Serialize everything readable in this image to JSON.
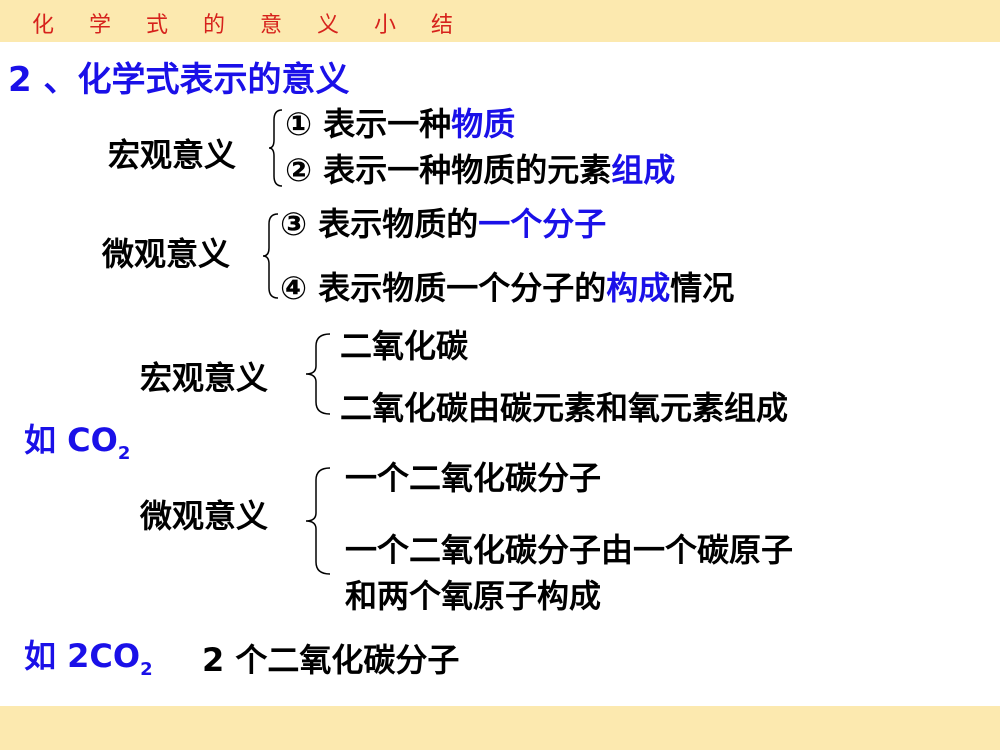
{
  "header": {
    "slide_title": "化 学 式 的 意 义 小 结"
  },
  "heading": "2 、化学式表示的意义",
  "general": {
    "macro": {
      "label": "宏观意义",
      "items": [
        {
          "prefix": "① 表示一种",
          "highlight": "物质",
          "suffix": ""
        },
        {
          "prefix": "② 表示一种物质的元素",
          "highlight": "组成",
          "suffix": ""
        }
      ]
    },
    "micro": {
      "label": "微观意义",
      "items": [
        {
          "prefix": "③ 表示物质的",
          "highlight": "一个分子",
          "suffix": ""
        },
        {
          "prefix": "④ 表示物质一个分子的",
          "highlight": "构成",
          "suffix": "情况"
        }
      ]
    }
  },
  "example_co2": {
    "label_prefix": "如 CO",
    "label_sub": "2",
    "macro": {
      "label": "宏观意义",
      "items": [
        "二氧化碳",
        "二氧化碳由碳元素和氧元素组成"
      ]
    },
    "micro": {
      "label": "微观意义",
      "items": [
        "一个二氧化碳分子",
        "一个二氧化碳分子由一个碳原子",
        "和两个氧原子构成"
      ]
    }
  },
  "example_2co2": {
    "label_prefix": "如 2CO",
    "label_sub": "2",
    "meaning": "2 个二氧化碳分子"
  },
  "colors": {
    "band": "#FCE9AF",
    "title_red": "#D6221C",
    "accent_blue": "#1A10E8",
    "text": "#000000"
  }
}
